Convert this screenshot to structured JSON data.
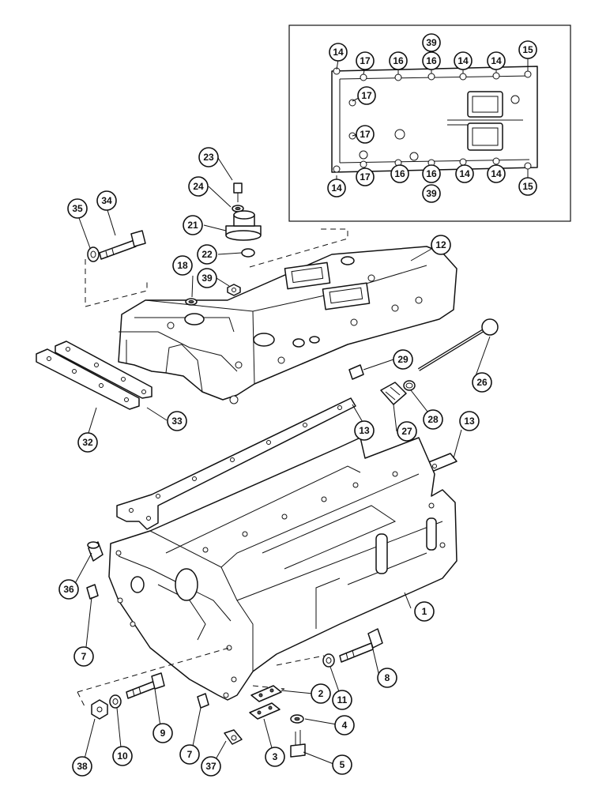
{
  "callouts": [
    {
      "id": "c1",
      "label": "1"
    },
    {
      "id": "c2",
      "label": "2"
    },
    {
      "id": "c3",
      "label": "3"
    },
    {
      "id": "c4",
      "label": "4"
    },
    {
      "id": "c5",
      "label": "5"
    },
    {
      "id": "c7a",
      "label": "7"
    },
    {
      "id": "c7b",
      "label": "7"
    },
    {
      "id": "c8",
      "label": "8"
    },
    {
      "id": "c9",
      "label": "9"
    },
    {
      "id": "c10",
      "label": "10"
    },
    {
      "id": "c11",
      "label": "11"
    },
    {
      "id": "c12",
      "label": "12"
    },
    {
      "id": "c13a",
      "label": "13"
    },
    {
      "id": "c13b",
      "label": "13"
    },
    {
      "id": "c14a",
      "label": "14"
    },
    {
      "id": "c14b",
      "label": "14"
    },
    {
      "id": "c14c",
      "label": "14"
    },
    {
      "id": "c14d",
      "label": "14"
    },
    {
      "id": "c14e",
      "label": "14"
    },
    {
      "id": "c14f",
      "label": "14"
    },
    {
      "id": "c15a",
      "label": "15"
    },
    {
      "id": "c15b",
      "label": "15"
    },
    {
      "id": "c16a",
      "label": "16"
    },
    {
      "id": "c16b",
      "label": "16"
    },
    {
      "id": "c16c",
      "label": "16"
    },
    {
      "id": "c16d",
      "label": "16"
    },
    {
      "id": "c17a",
      "label": "17"
    },
    {
      "id": "c17b",
      "label": "17"
    },
    {
      "id": "c17c",
      "label": "17"
    },
    {
      "id": "c17d",
      "label": "17"
    },
    {
      "id": "c18",
      "label": "18"
    },
    {
      "id": "c21",
      "label": "21"
    },
    {
      "id": "c22",
      "label": "22"
    },
    {
      "id": "c23",
      "label": "23"
    },
    {
      "id": "c24",
      "label": "24"
    },
    {
      "id": "c26",
      "label": "26"
    },
    {
      "id": "c27",
      "label": "27"
    },
    {
      "id": "c28",
      "label": "28"
    },
    {
      "id": "c29",
      "label": "29"
    },
    {
      "id": "c32",
      "label": "32"
    },
    {
      "id": "c33",
      "label": "33"
    },
    {
      "id": "c34",
      "label": "34"
    },
    {
      "id": "c35",
      "label": "35"
    },
    {
      "id": "c36",
      "label": "36"
    },
    {
      "id": "c37",
      "label": "37"
    },
    {
      "id": "c38",
      "label": "38"
    },
    {
      "id": "c39a",
      "label": "39"
    },
    {
      "id": "c39b",
      "label": "39"
    },
    {
      "id": "c39c",
      "label": "39"
    }
  ]
}
